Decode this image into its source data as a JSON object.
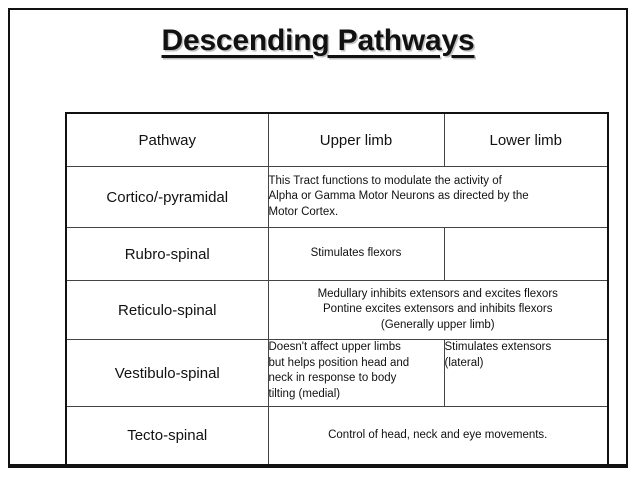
{
  "slide": {
    "title": "Descending Pathways"
  },
  "table": {
    "headers": [
      "Pathway",
      "Upper limb",
      "Lower limb"
    ],
    "rows": [
      {
        "pathway": "Cortico/-pyramidal",
        "merged": true,
        "align": "left",
        "lines": [
          "This Tract functions to modulate the activity of",
          "Alpha or Gamma Motor Neurons as directed by the",
          "Motor Cortex."
        ]
      },
      {
        "pathway": "Rubro-spinal",
        "merged": false,
        "align": "center",
        "upper_lines": [
          "Stimulates flexors"
        ],
        "lower_lines": []
      },
      {
        "pathway": "Reticulo-spinal",
        "merged": true,
        "align": "center",
        "lines": [
          "Medullary inhibits extensors and excites flexors",
          "Pontine excites extensors and inhibits flexors",
          "(Generally upper limb)"
        ]
      },
      {
        "pathway": "Vestibulo-spinal",
        "merged": false,
        "align": "left",
        "upper_lines": [
          "Doesn't affect upper limbs",
          "but helps position head and",
          "neck in response to body",
          "tilting (medial)"
        ],
        "lower_lines": [
          "Stimulates extensors",
          "(lateral)"
        ]
      },
      {
        "pathway": "Tecto-spinal",
        "merged": true,
        "align": "center",
        "lines": [
          "Control of head, neck and eye movements."
        ]
      }
    ]
  }
}
